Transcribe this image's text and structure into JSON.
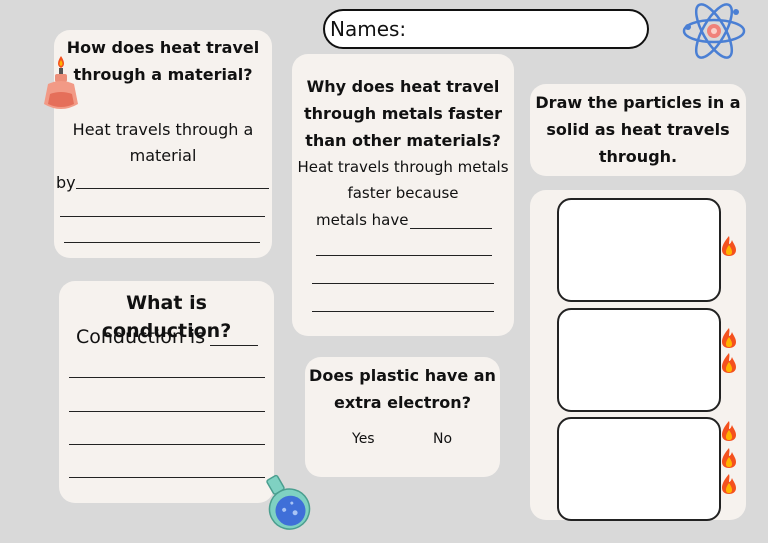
{
  "header": {
    "names_label": "Names:"
  },
  "card1": {
    "title_line1": "How does heat travel",
    "title_line2": "through a material?",
    "text_line1": "Heat travels through a",
    "text_line2": "material",
    "text_by": "by"
  },
  "card2": {
    "title_line1": "Why does heat travel",
    "title_line2": "through metals faster",
    "title_line3": "than other materials?",
    "text_line1": "Heat travels through metals",
    "text_line2": "faster because",
    "text_line3": "metals have"
  },
  "card3": {
    "title_line1": "Draw the particles in a",
    "title_line2": "solid as heat travels",
    "title_line3": "through."
  },
  "card4": {
    "title": "What is conduction?",
    "text": "Conduction is"
  },
  "card5": {
    "title_line1": "Does plastic have an",
    "title_line2": "extra electron?",
    "yes_label": "Yes",
    "no_label": "No"
  },
  "colors": {
    "background": "#d9d9d9",
    "card": "#f6f2ee",
    "flame_outer": "#f4511e",
    "flame_inner": "#ffb300",
    "flask_liquid": "#3f6fd8",
    "flask_glass": "#7fd1c2"
  },
  "icons": [
    "atom-icon",
    "lamp-bottle-icon",
    "flask-icon",
    "fire-icon"
  ]
}
